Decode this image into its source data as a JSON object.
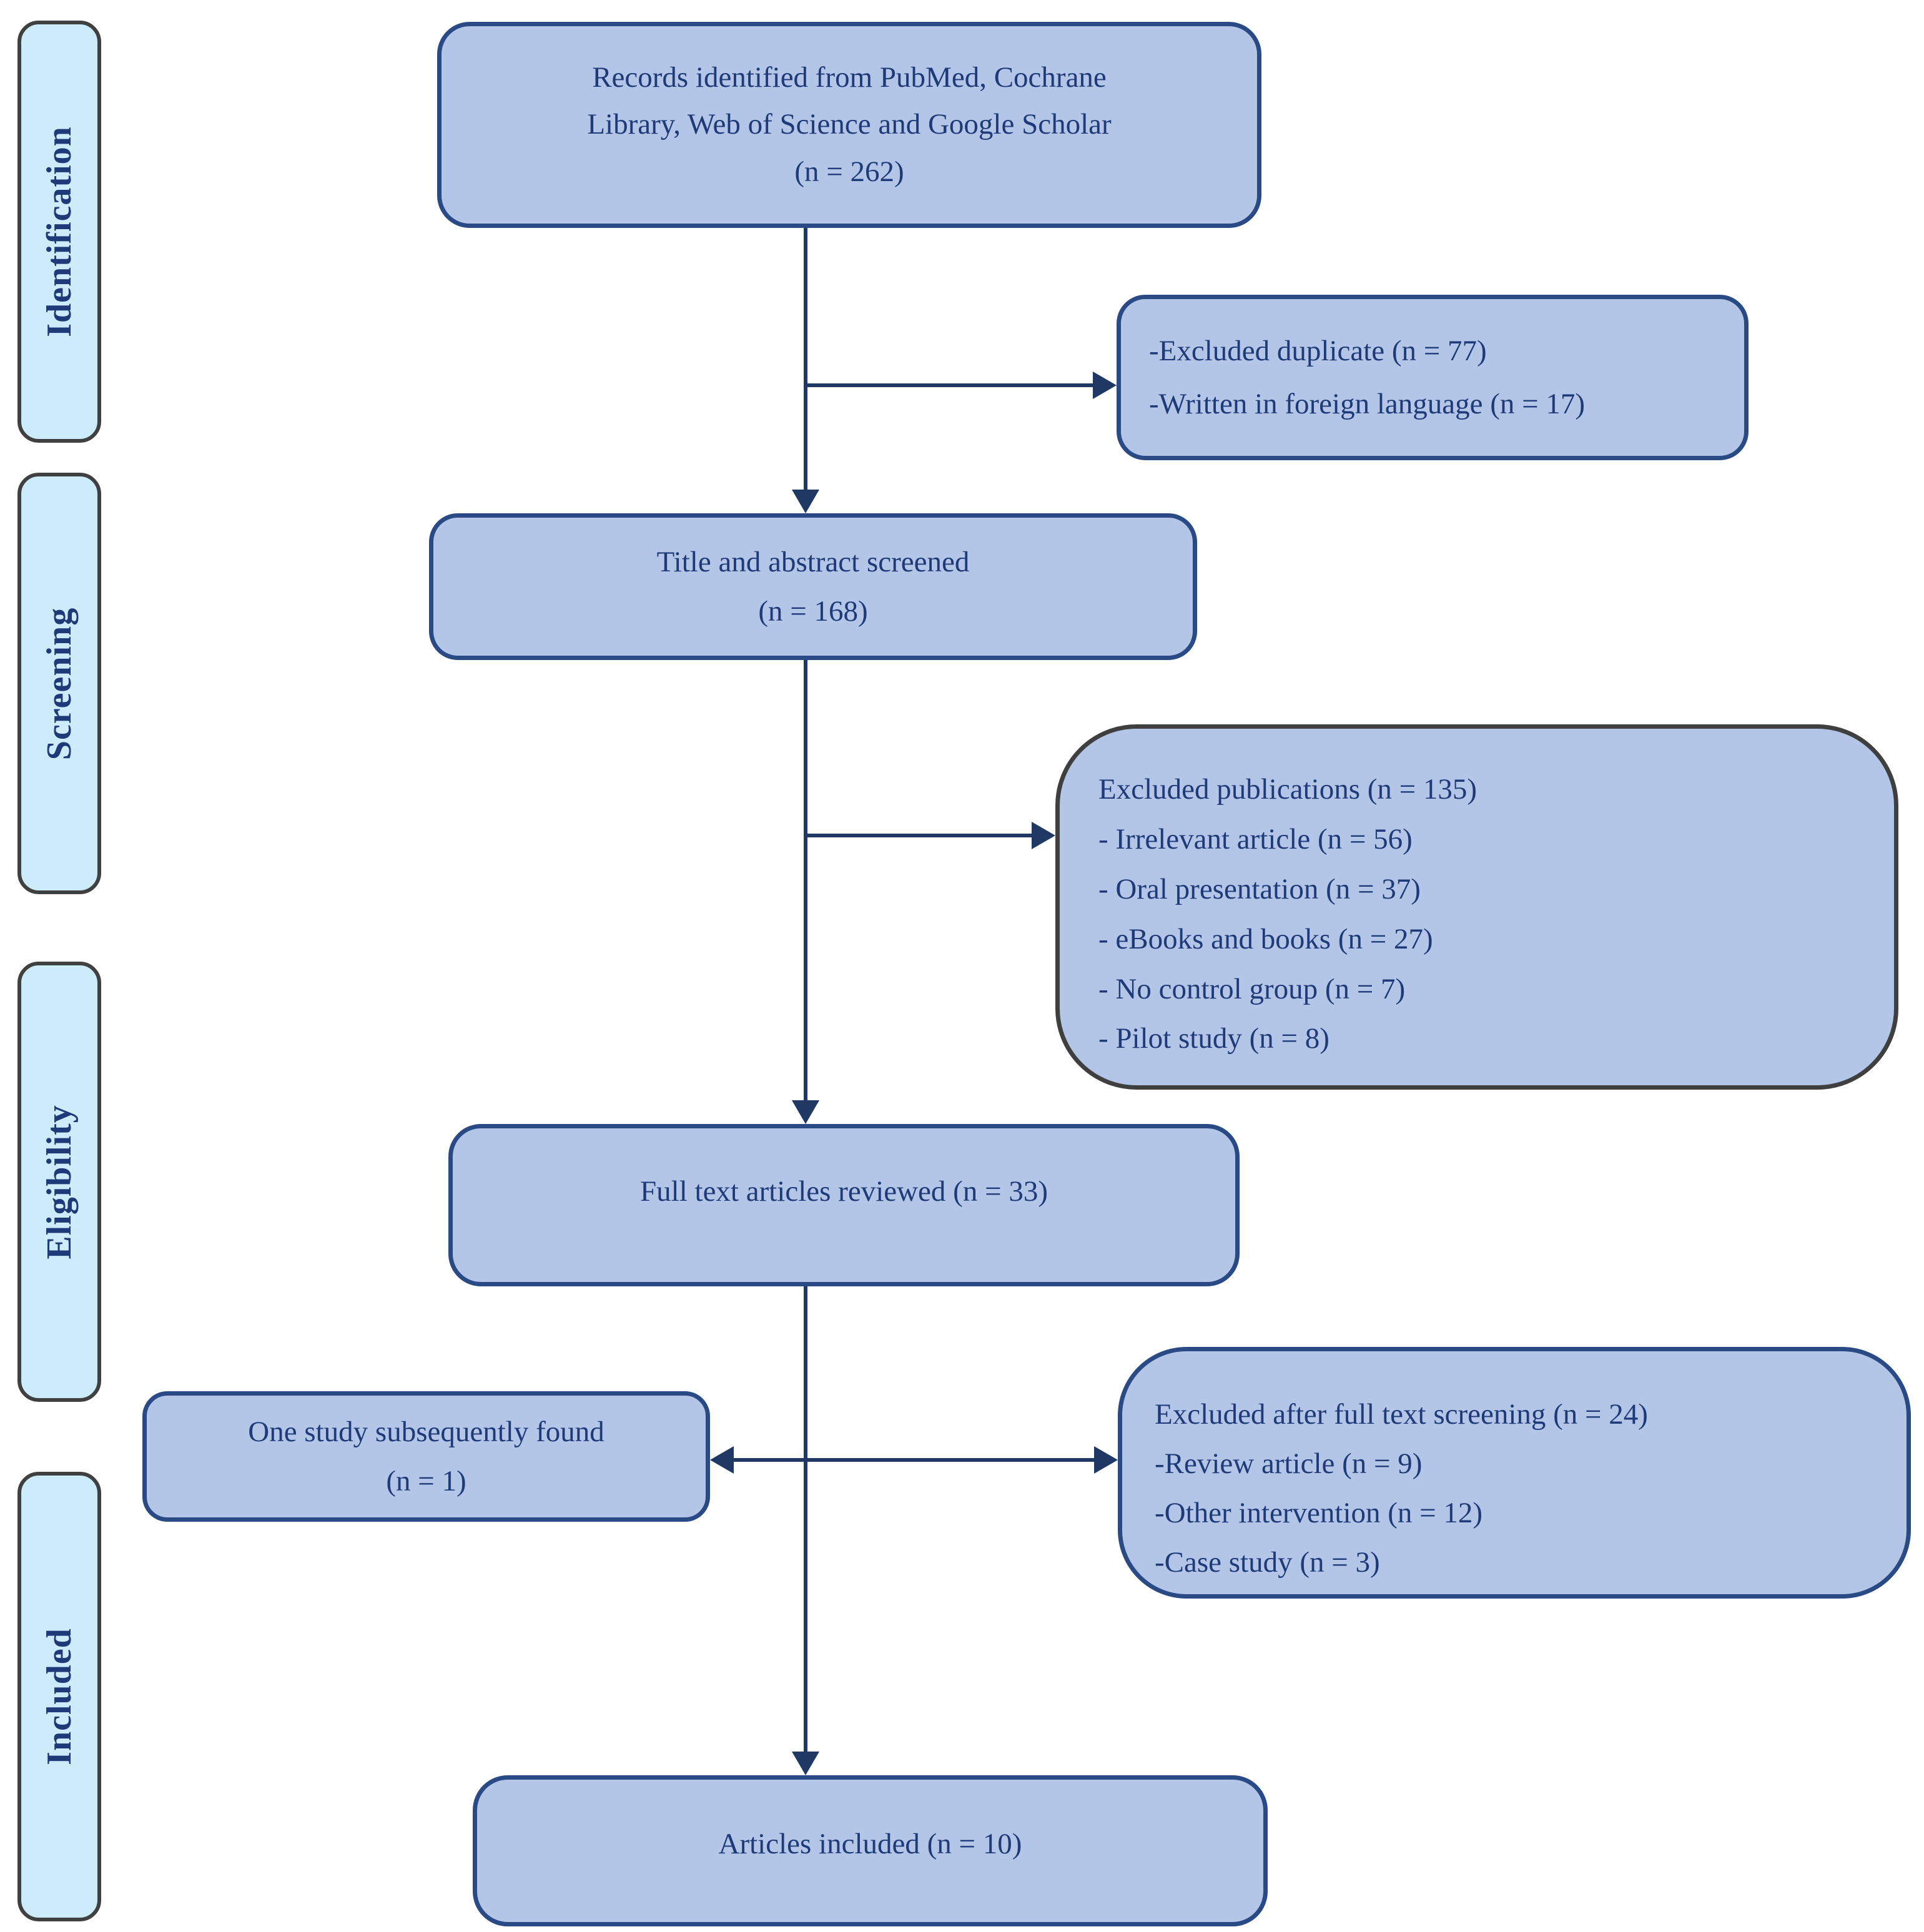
{
  "diagram": {
    "type": "prisma-flowchart",
    "colors": {
      "flow_box_fill": "#b4c6e7",
      "flow_box_border": "#2a4a86",
      "excluded_box_border": "#3f3f3f",
      "stage_box_fill": "#cdecfb",
      "stage_box_border": "#404040",
      "text": "#1f3a78",
      "arrow": "#1f3864"
    },
    "stages": [
      {
        "label": "Identification"
      },
      {
        "label": "Screening"
      },
      {
        "label": "Eligibility"
      },
      {
        "label": "Included"
      }
    ],
    "boxes": {
      "records": {
        "text": "Records identified from PubMed, Cochrane\nLibrary, Web of Science and Google Scholar\n(n = 262)"
      },
      "excluded_initial": {
        "text": "-Excluded duplicate (n = 77)\n-Written in foreign language (n = 17)"
      },
      "screened": {
        "text": "Title and abstract screened\n(n = 168)"
      },
      "excluded_publications": {
        "text": "Excluded publications (n = 135)\n- Irrelevant article (n = 56)\n- Oral presentation (n = 37)\n- eBooks and books (n = 27)\n- No control group (n = 7)\n- Pilot study (n = 8)"
      },
      "full_text": {
        "text": "Full text articles reviewed (n = 33)"
      },
      "one_study": {
        "text": "One study subsequently found\n(n = 1)"
      },
      "excluded_full_text": {
        "text": "Excluded after full text screening (n = 24)\n-Review article (n = 9)\n-Other intervention (n = 12)\n-Case study (n = 3)"
      },
      "included": {
        "text": "Articles included (n = 10)"
      }
    }
  }
}
